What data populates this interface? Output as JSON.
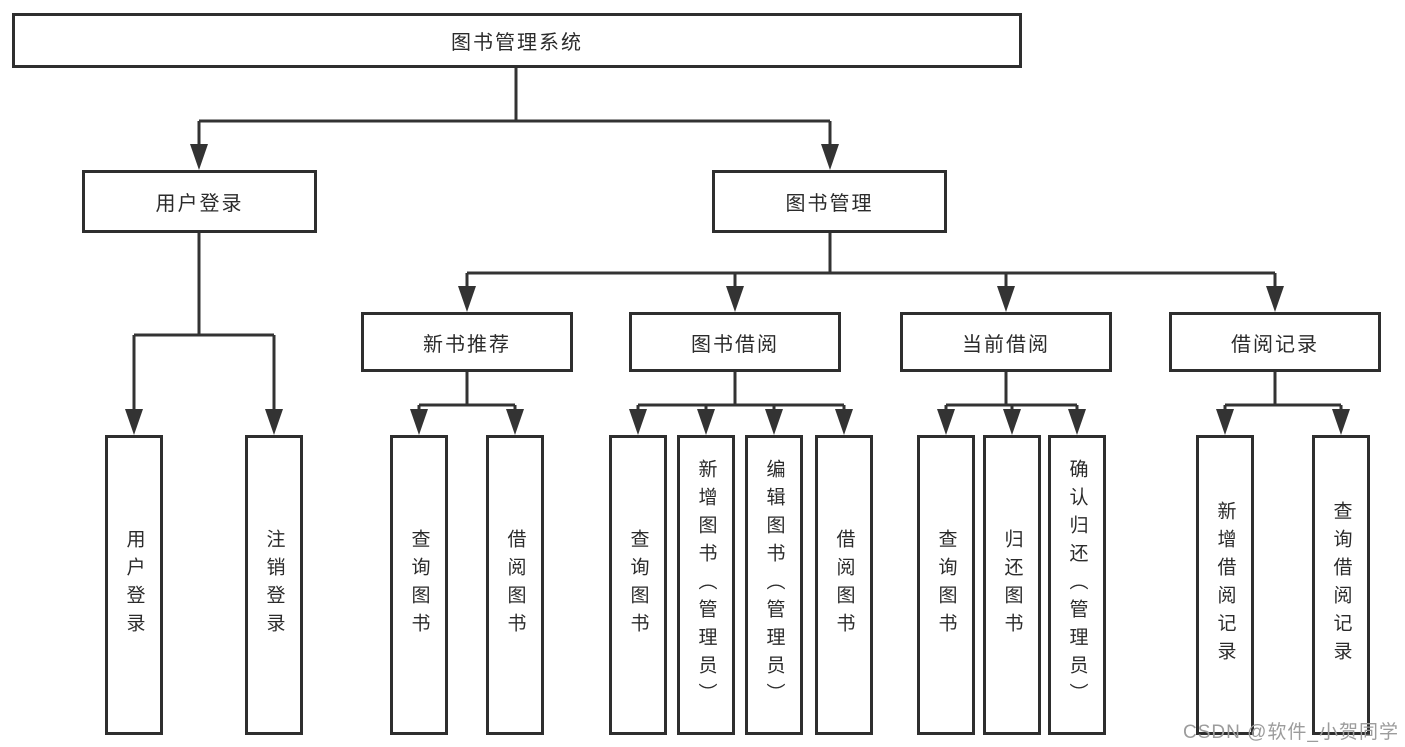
{
  "colors": {
    "line": "#333333",
    "box_border": "#2e2e2e",
    "text": "#2b2b2b",
    "watermark_text": "#9c9c9c",
    "background": "#ffffff"
  },
  "tree": {
    "root": "图书管理系统",
    "branches": [
      {
        "label": "用户登录",
        "leaves": [
          "用户登录",
          "注销登录"
        ]
      },
      {
        "label": "图书管理",
        "groups": [
          {
            "label": "新书推荐",
            "leaves": [
              "查询图书",
              "借阅图书"
            ]
          },
          {
            "label": "图书借阅",
            "leaves": [
              "查询图书",
              "新增图书（管理员）",
              "编辑图书（管理员）",
              "借阅图书"
            ]
          },
          {
            "label": "当前借阅",
            "leaves": [
              "查询图书",
              "归还图书",
              "确认归还（管理员）"
            ]
          },
          {
            "label": "借阅记录",
            "leaves": [
              "新增借阅记录",
              "查询借阅记录"
            ]
          }
        ]
      }
    ]
  },
  "watermark": "CSDN @软件_小贺同学"
}
